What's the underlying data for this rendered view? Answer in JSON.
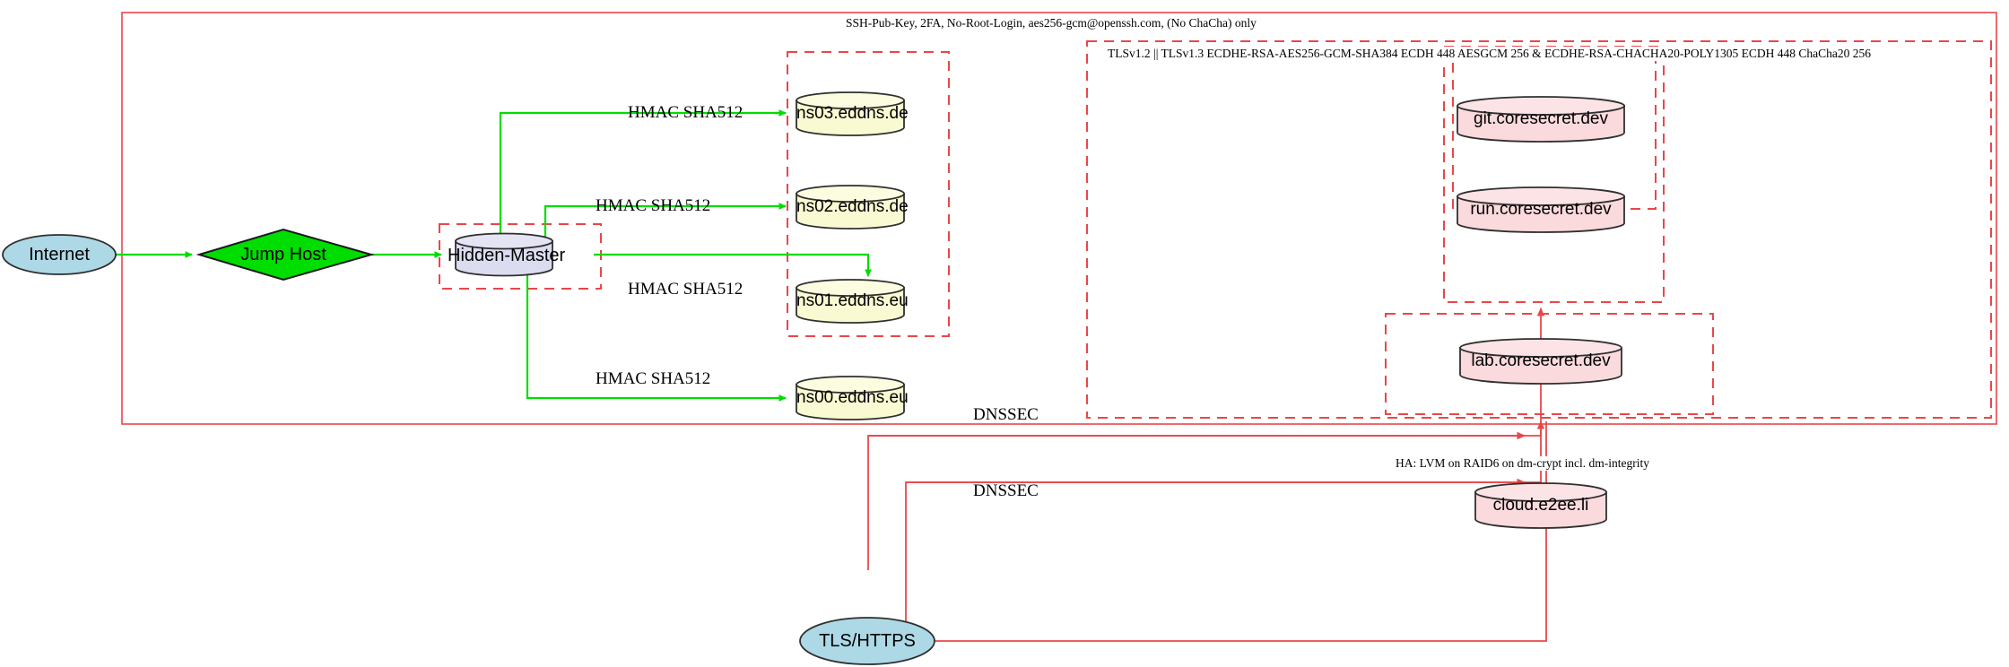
{
  "diagram": {
    "title": "Infrastructure network topology",
    "colors": {
      "red_boundary": "#e8474b",
      "red_edge": "#e8474b",
      "green_edge": "#00dd00",
      "jump_host_fill": "#00dd00",
      "internet_fill": "#add8e6",
      "master_fill": "#dcdcf0",
      "dns_fill": "#fafad2",
      "service_fill": "#fadadd",
      "stroke": "#2f2f2f"
    }
  },
  "boundaries": {
    "ssh_zone": {
      "label": "SSH-Pub-Key, 2FA, No-Root-Login, aes256-gcm@openssh.com, (No ChaCha) only",
      "style": "solid"
    },
    "tls_zone": {
      "label": "TLSv1.2 || TLSv1.3 ECDHE-RSA-AES256-GCM-SHA384 ECDH 448 AESGCM 256 & ECDHE-RSA-CHACHA20-POLY1305 ECDH 448 ChaCha20 256",
      "style": "dashed"
    },
    "ha_zone": {
      "label": "HA: LVM on RAID6 on dm-crypt incl. dm-integrity",
      "style": "dashed"
    },
    "dns_zone": {
      "label": "",
      "style": "dashed"
    },
    "master_zone": {
      "label": "",
      "style": "dashed"
    },
    "coresecret_outer_zone": {
      "label": "",
      "style": "dashed"
    },
    "coresecret_inner_zone": {
      "label": "",
      "style": "dashed"
    }
  },
  "nodes": {
    "internet": {
      "label": "Internet",
      "shape": "ellipse",
      "fill": "#add8e6"
    },
    "jump_host": {
      "label": "Jump Host",
      "shape": "diamond",
      "fill": "#00dd00"
    },
    "hidden_master": {
      "label": "Hidden-Master",
      "shape": "cylinder",
      "fill": "#dcdcf0"
    },
    "ns03": {
      "label": "ns03.eddns.de",
      "shape": "cylinder",
      "fill": "#fafad2"
    },
    "ns02": {
      "label": "ns02.eddns.de",
      "shape": "cylinder",
      "fill": "#fafad2"
    },
    "ns01": {
      "label": "ns01.eddns.eu",
      "shape": "cylinder",
      "fill": "#fafad2"
    },
    "ns00": {
      "label": "ns00.eddns.eu",
      "shape": "cylinder",
      "fill": "#fafad2"
    },
    "git": {
      "label": "git.coresecret.dev",
      "shape": "cylinder",
      "fill": "#fadadd"
    },
    "run": {
      "label": "run.coresecret.dev",
      "shape": "cylinder",
      "fill": "#fadadd"
    },
    "lab": {
      "label": "lab.coresecret.dev",
      "shape": "cylinder",
      "fill": "#fadadd"
    },
    "cloud": {
      "label": "cloud.e2ee.li",
      "shape": "cylinder",
      "fill": "#fadadd"
    },
    "tls_https": {
      "label": "TLS/HTTPS",
      "shape": "ellipse",
      "fill": "#add8e6"
    }
  },
  "edges": {
    "internet_to_jump": {
      "label": "",
      "color": "#00dd00"
    },
    "jump_to_master": {
      "label": "",
      "color": "#00dd00"
    },
    "master_to_ns03": {
      "label": "HMAC SHA512",
      "color": "#00dd00"
    },
    "master_to_ns02": {
      "label": "HMAC SHA512",
      "color": "#00dd00"
    },
    "master_to_ns01": {
      "label": "HMAC SHA512",
      "color": "#00dd00"
    },
    "master_to_ns00": {
      "label": "HMAC SHA512",
      "color": "#00dd00"
    },
    "dnssec_upper": {
      "label": "DNSSEC",
      "color": "#e8474b"
    },
    "dnssec_lower": {
      "label": "DNSSEC",
      "color": "#e8474b"
    }
  }
}
